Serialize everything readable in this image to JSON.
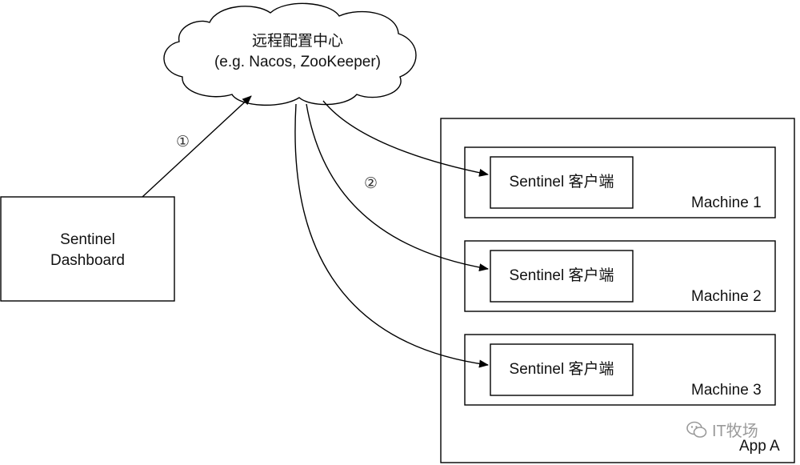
{
  "cloud": {
    "title": "远程配置中心",
    "subtitle": "(e.g. Nacos, ZooKeeper)"
  },
  "dashboard": {
    "line1": "Sentinel",
    "line2": "Dashboard"
  },
  "steps": {
    "step1": "①",
    "step2": "②"
  },
  "app": {
    "label": "App A",
    "machines": [
      {
        "client": "Sentinel 客户端",
        "name": "Machine 1"
      },
      {
        "client": "Sentinel 客户端",
        "name": "Machine 2"
      },
      {
        "client": "Sentinel 客户端",
        "name": "Machine 3"
      }
    ]
  },
  "watermark": "IT牧场"
}
